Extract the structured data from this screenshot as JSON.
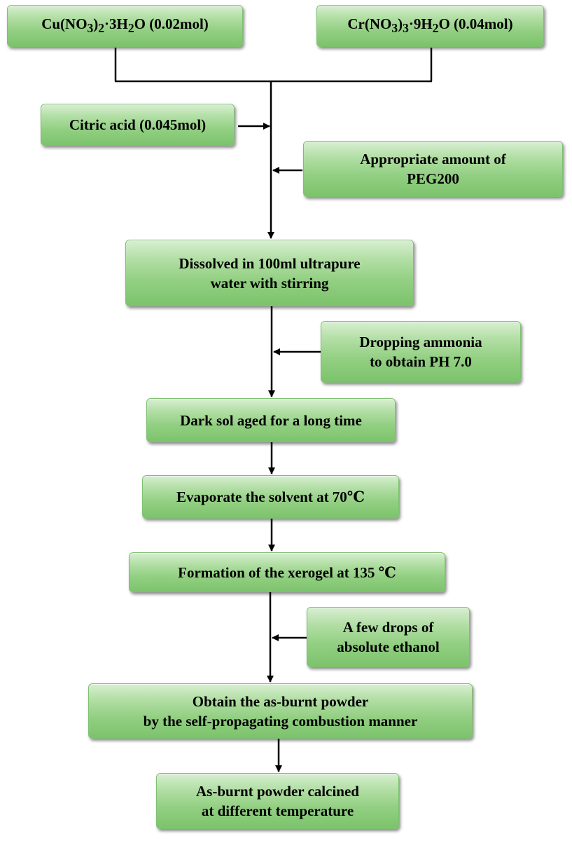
{
  "reagents": {
    "cu_nitrate": {
      "pre": "Cu(NO",
      "sub1": "3",
      "mid": ")",
      "sub2": "2",
      "mid2": "·3H",
      "sub3": "2",
      "post": "O (0.02mol)"
    },
    "cr_nitrate": {
      "pre": "Cr(NO",
      "sub1": "3",
      "mid": ")",
      "sub2": "3",
      "mid2": "·9H",
      "sub3": "2",
      "post": "O (0.04mol)"
    },
    "citric_acid": "Citric acid (0.045mol)",
    "peg": {
      "line1": "Appropriate amount of",
      "line2": "PEG200"
    }
  },
  "steps": {
    "dissolve": {
      "line1": "Dissolved in 100ml ultrapure",
      "line2": "water with stirring"
    },
    "ammonia": {
      "line1": "Dropping ammonia",
      "line2": "to obtain PH 7.0"
    },
    "sol_aged": "Dark sol aged for a long time",
    "evaporate": "Evaporate the solvent at 70℃",
    "xerogel": "Formation of the xerogel at 135 ℃",
    "ethanol": {
      "line1": "A few drops of",
      "line2": "absolute ethanol"
    },
    "combustion": {
      "line1": "Obtain the as-burnt powder",
      "line2": "by the self-propagating combustion manner"
    },
    "calcine": {
      "line1": "As-burnt powder calcined",
      "line2": "at different temperature"
    }
  },
  "colors": {
    "box_light": "#d8efd2",
    "box_dark": "#7cc36c",
    "line": "#000000"
  }
}
